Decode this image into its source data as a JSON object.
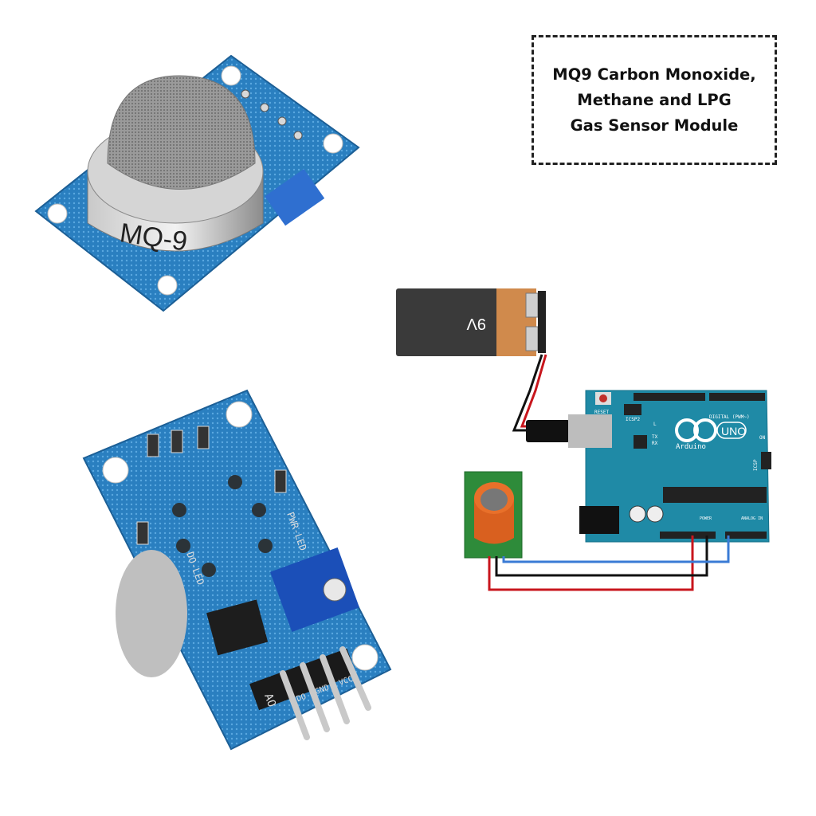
{
  "title": {
    "line1": "MQ9 Carbon Monoxide,",
    "line2": "Methane and LPG",
    "line3": "Gas Sensor Module"
  },
  "sensor_front": {
    "label": "MQ-9"
  },
  "sensor_back": {
    "pin_labels": [
      "AO",
      "DO",
      "GND",
      "VCC"
    ],
    "led_label": "PWR-LED",
    "led2_label": "DO-LED"
  },
  "battery": {
    "label": "9V"
  },
  "arduino": {
    "logo_text": "UNO",
    "brand": "Arduino",
    "reset_label": "RESET",
    "icsp2_label": "ICSP2",
    "icsp_label": "ICSP",
    "on_label": "ON",
    "tx_label": "TX",
    "rx_label": "RX",
    "l_label": "L",
    "digital_label": "DIGITAL (PWM~)",
    "power_label": "POWER",
    "analog_label": "ANALOG IN"
  },
  "colors": {
    "pcb_blue": "#2a7fc0",
    "arduino_teal": "#1f8aa6",
    "module_green": "#2e8b3a",
    "wire_red": "#c8161d",
    "wire_black": "#111111",
    "wire_blue": "#3a7bd5"
  }
}
